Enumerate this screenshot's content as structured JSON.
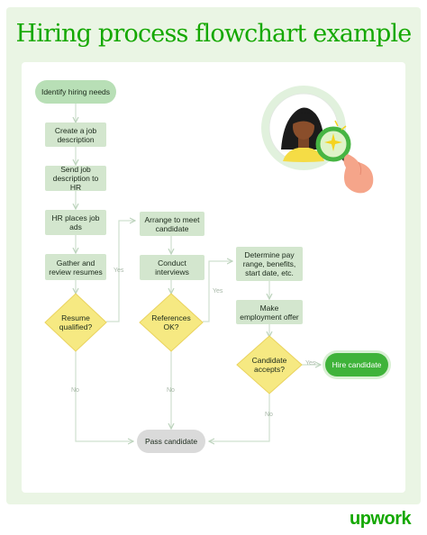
{
  "title": "Hiring process flowchart example",
  "logo": "upwork",
  "nodes": {
    "identify": "Identify hiring needs",
    "create_job": "Create a job description",
    "send_job": "Send job description to HR",
    "hr_places": "HR places job ads",
    "gather": "Gather and review resumes",
    "resume_q": "Resume qualified?",
    "arrange": "Arrange to meet candidate",
    "conduct": "Conduct interviews",
    "references_q": "References OK?",
    "determine": "Determine pay range, benefits, start date, etc.",
    "make_offer": "Make employment offer",
    "accepts_q": "Candidate accepts?",
    "hire": "Hire candidate",
    "pass": "Pass candidate"
  },
  "edge_labels": {
    "resume_yes": "Yes",
    "resume_no": "No",
    "references_yes": "Yes",
    "references_no": "No",
    "accepts_yes": "Yes",
    "accepts_no": "No"
  },
  "colors": {
    "brand_green": "#14a800",
    "process_box": "#d3e6ce",
    "decision": "#f6e982",
    "start_pill": "#b8dfb6",
    "end_hire": "#3fb33a",
    "end_pass": "#dadada",
    "background": "#eaf5e4"
  },
  "illustration": {
    "icons": [
      "woman-avatar-icon",
      "magnifying-glass-icon",
      "hand-icon",
      "sparkle-icon"
    ]
  }
}
